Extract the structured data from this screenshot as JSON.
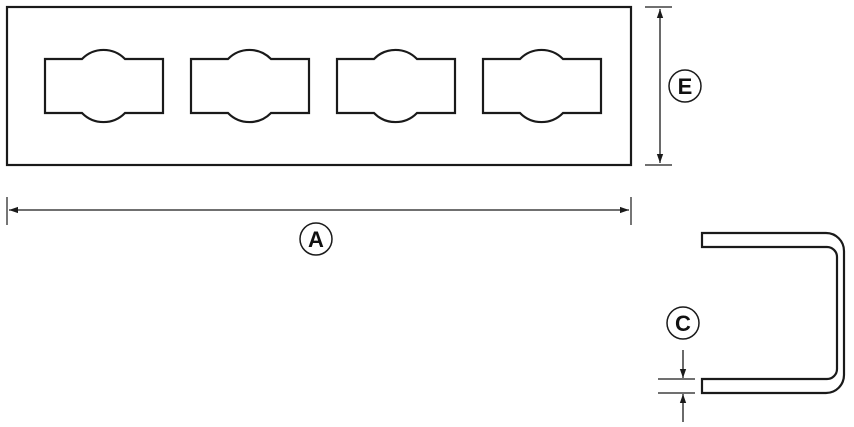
{
  "labels": {
    "length": "A",
    "height": "E",
    "thickness": "C"
  },
  "slot_count": 4,
  "colors": {
    "stroke": "#1a1a1a",
    "background": "#ffffff"
  }
}
